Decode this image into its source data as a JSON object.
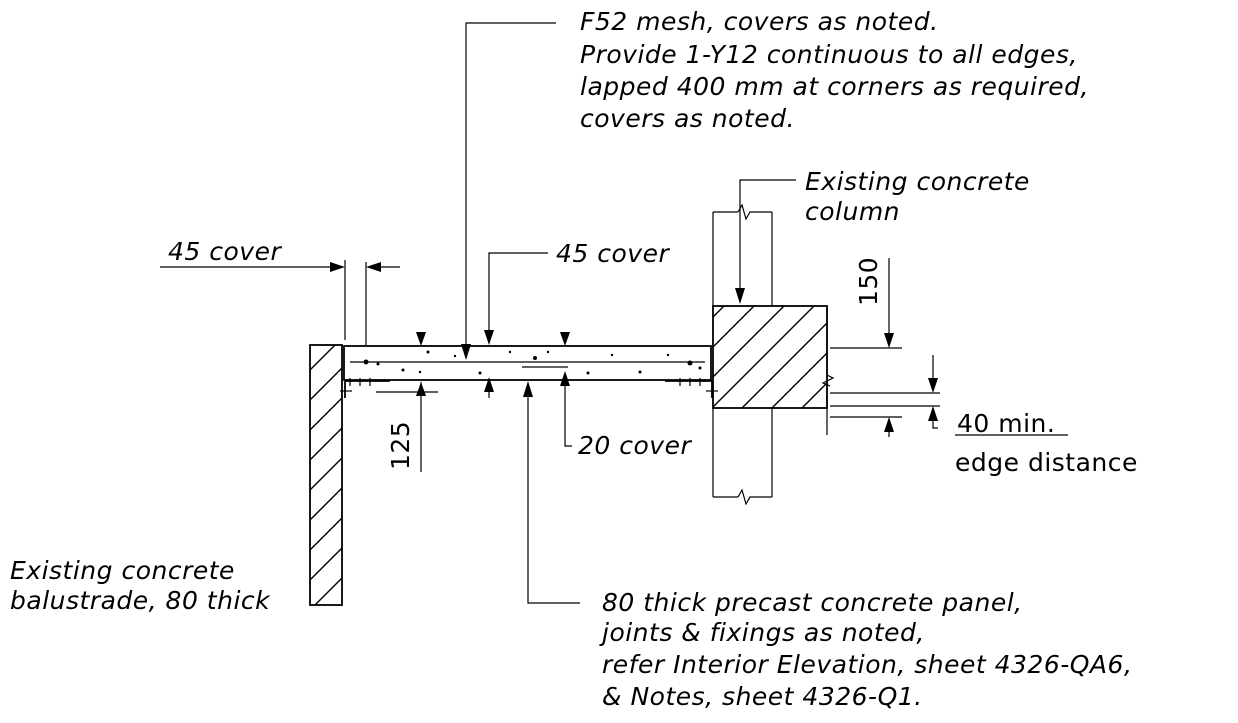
{
  "notes": {
    "mesh": {
      "line1": "F52 mesh, covers as noted.",
      "line2": "Provide 1-Y12 continuous to all edges,",
      "line3": "lapped 400 mm at corners as required,",
      "line4": "covers as noted."
    },
    "column": {
      "line1": "Existing concrete",
      "line2": "column"
    },
    "balustrade": {
      "line1": "Existing concrete",
      "line2": "balustrade, 80 thick"
    },
    "panel": {
      "line1": "80 thick precast concrete panel,",
      "line2": "joints & fixings as noted,",
      "line3": "refer Interior Elevation, sheet 4326-QA6,",
      "line4": "& Notes, sheet 4326-Q1."
    }
  },
  "dimensions": {
    "cover_left": "45 cover",
    "cover_top": "45 cover",
    "cover_bottom": "20 cover",
    "dim_125": "125",
    "dim_150": "150",
    "edge_value": "40 min.",
    "edge_label": "edge distance"
  }
}
